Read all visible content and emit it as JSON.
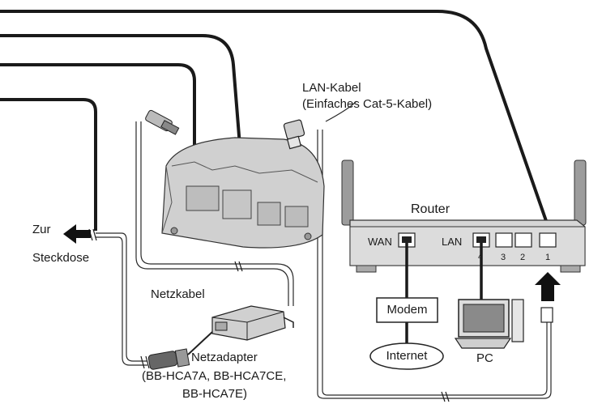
{
  "labels": {
    "zur": "Zur",
    "steckdose": "Steckdose",
    "lan_kabel": "LAN-Kabel",
    "lan_kabel_sub": "(Einfaches Cat-5-Kabel)",
    "router": "Router",
    "wan": "WAN",
    "lan": "LAN",
    "port_1": "1",
    "port_2": "2",
    "port_3": "3",
    "port_4": "4",
    "netzkabel": "Netzkabel",
    "modem": "Modem",
    "internet": "Internet",
    "pc": "PC",
    "netzadapter": "Netzadapter",
    "netzadapter_models_1": "(BB-HCA7A, BB-HCA7CE,",
    "netzadapter_models_2": "BB-HCA7E)"
  },
  "colors": {
    "line": "#1a1a1a",
    "device_fill": "#d4d4d4",
    "device_dark": "#9a9a9a",
    "arrow": "#111111"
  }
}
